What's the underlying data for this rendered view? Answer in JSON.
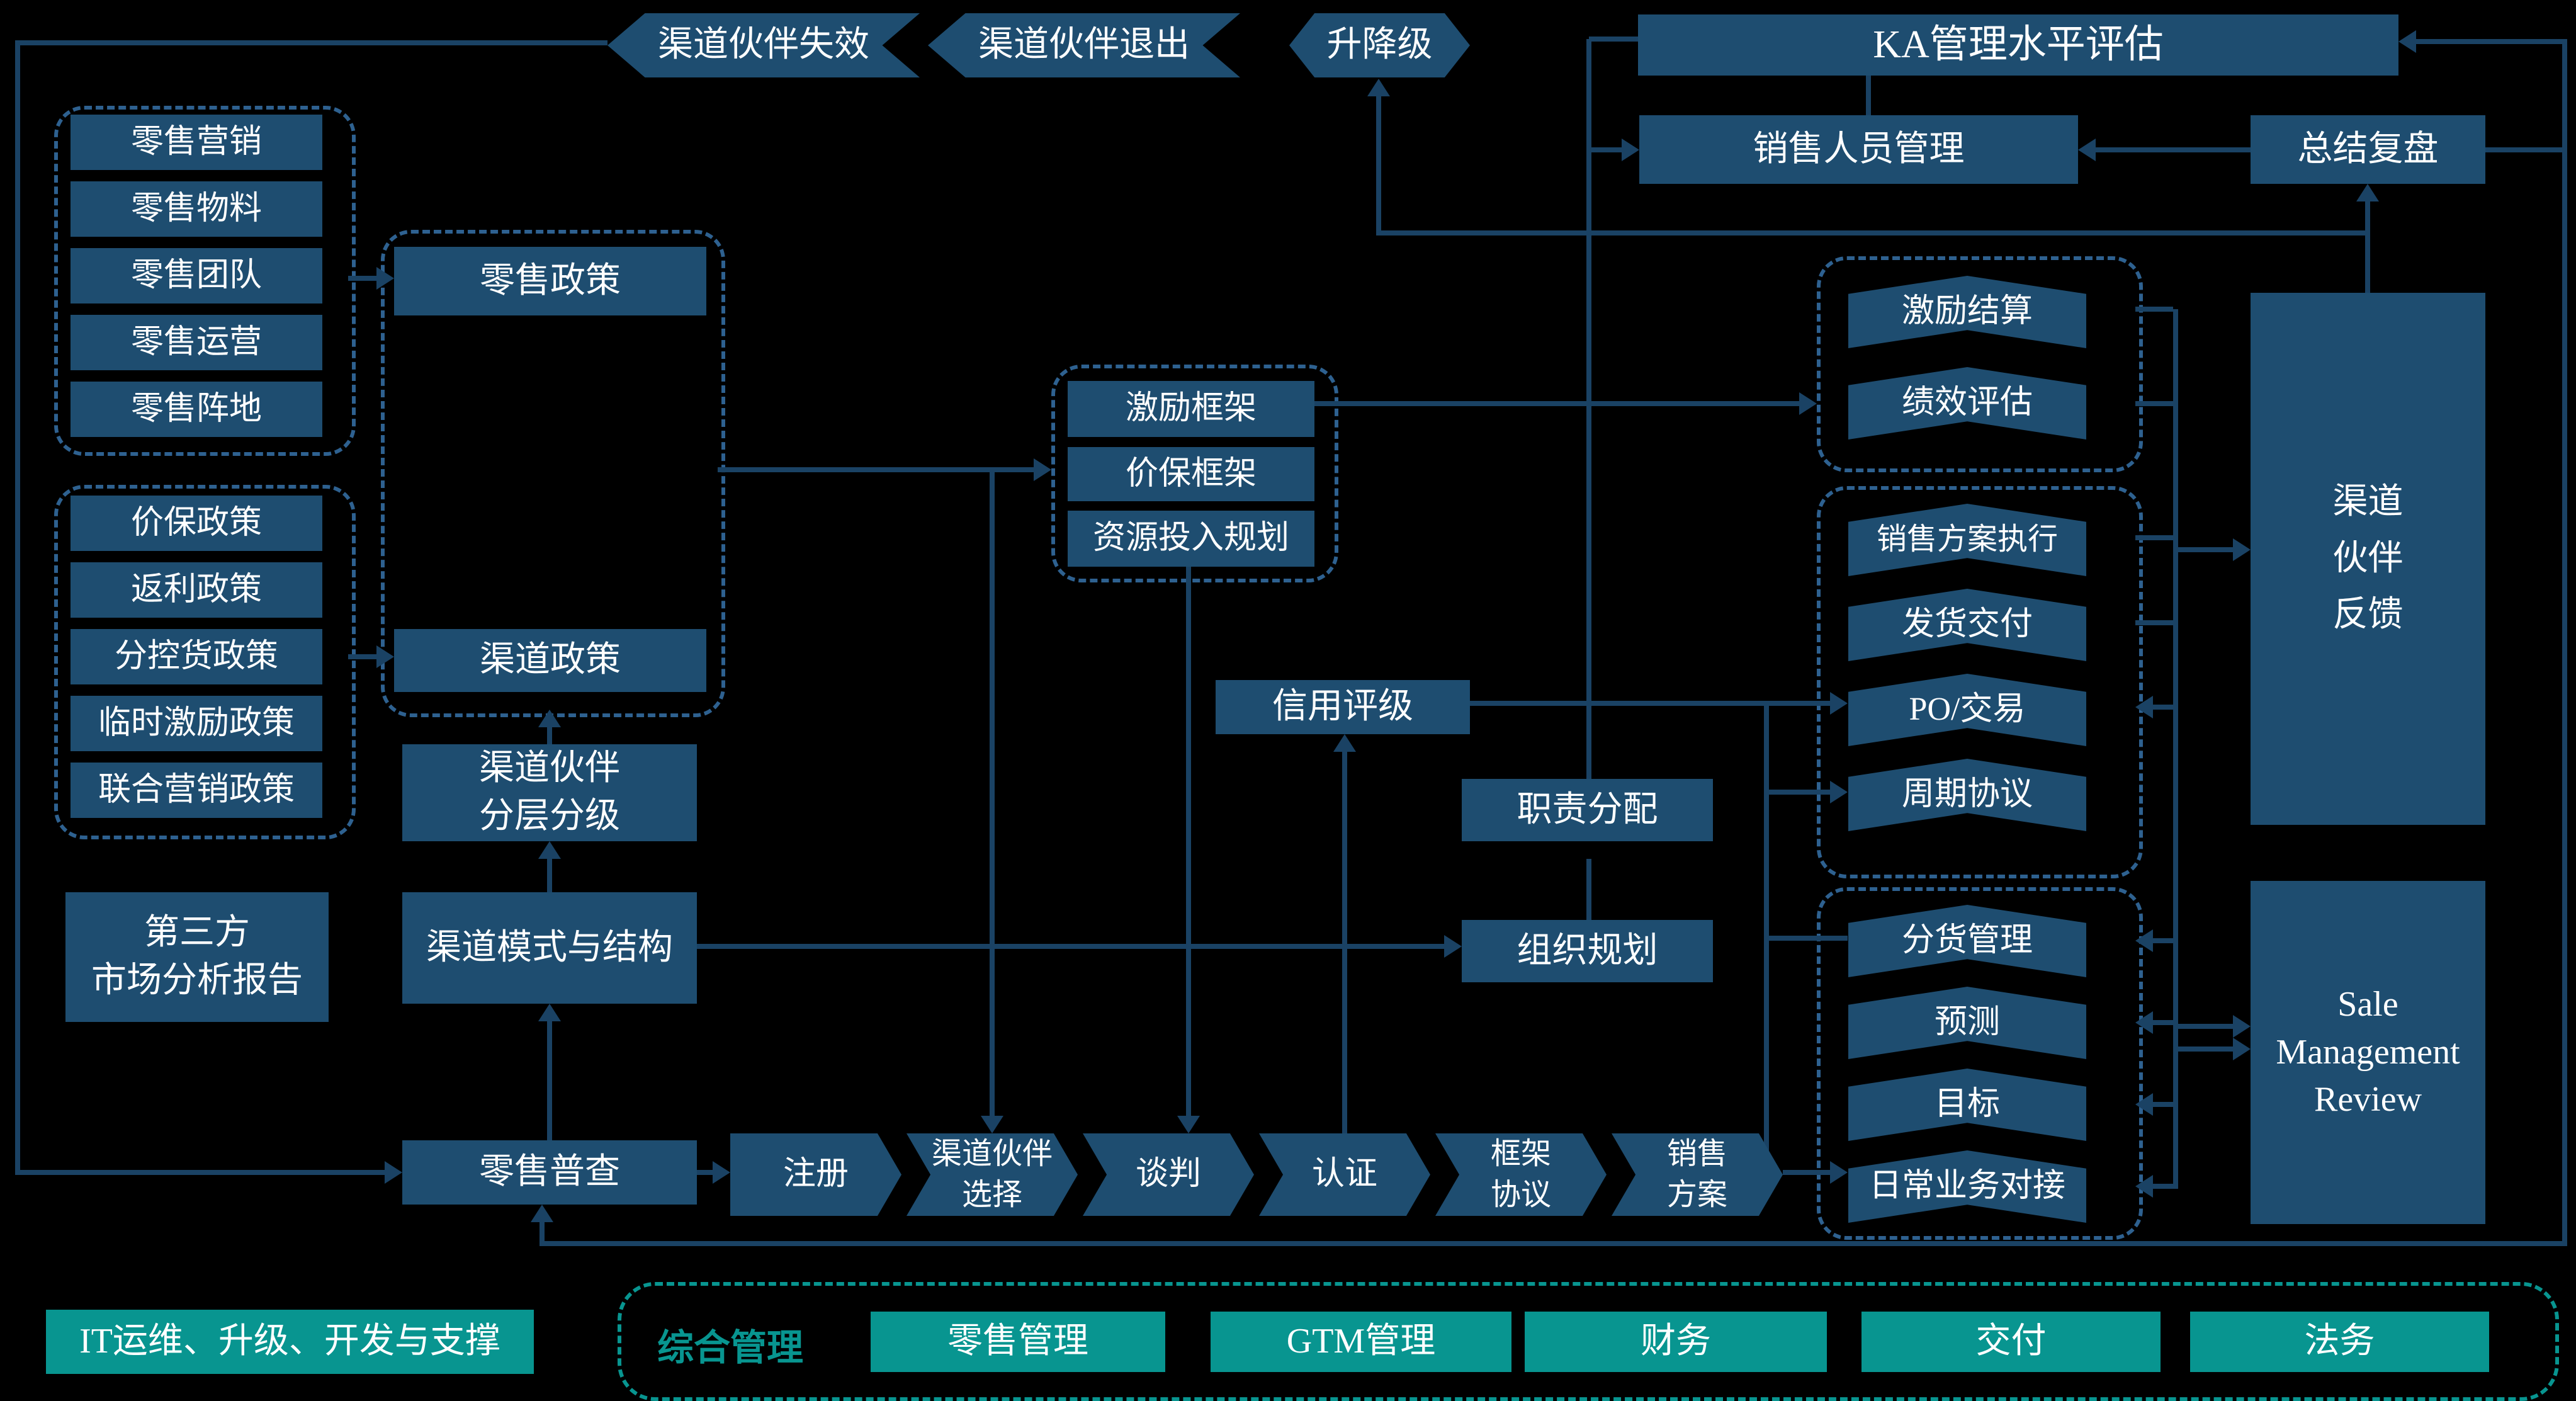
{
  "diagram": {
    "top_flow": {
      "partner_invalid": "渠道伙伴失效",
      "partner_exit": "渠道伙伴退出",
      "up_down_grade": "升降级"
    },
    "ka_assessment": "KA管理水平评估",
    "sales_staff_mgmt": "销售人员管理",
    "summary_review": "总结复盘",
    "retail_group": {
      "items": [
        "零售营销",
        "零售物料",
        "零售团队",
        "零售运营",
        "零售阵地"
      ]
    },
    "policy_group": {
      "items": [
        "价保政策",
        "返利政策",
        "分控货政策",
        "临时激励政策",
        "联合营销政策"
      ]
    },
    "third_party_report": "第三方\n市场分析报告",
    "retail_policy": "零售政策",
    "channel_policy": "渠道政策",
    "partner_tiering": "渠道伙伴\n分层分级",
    "channel_model": "渠道模式与结构",
    "retail_census": "零售普查",
    "framework_group": {
      "items": [
        "激励框架",
        "价保框架",
        "资源投入规划"
      ]
    },
    "credit_rating": "信用评级",
    "duty_allocation": "职责分配",
    "org_planning": "组织规划",
    "chain": {
      "items": [
        "注册",
        "渠道伙伴\n选择",
        "谈判",
        "认证",
        "框架\n协议",
        "销售\n方案"
      ]
    },
    "incentive_group": {
      "items": [
        "激励结算",
        "绩效评估"
      ]
    },
    "exec_group": {
      "items": [
        "销售方案执行",
        "发货交付",
        "PO/交易",
        "周期协议"
      ]
    },
    "ops_group": {
      "items": [
        "分货管理",
        "预测",
        "目标",
        "日常业务对接"
      ]
    },
    "partner_feedback": "渠道\n伙伴\n反馈",
    "sale_mgmt_review": "Sale\nManagement\nReview",
    "footer": {
      "it_support": "IT运维、升级、开发与支撑",
      "general_mgmt_label": "综合管理",
      "items": [
        "零售管理",
        "GTM管理",
        "财务",
        "交付",
        "法务"
      ]
    },
    "colors": {
      "node_fill": "#1E4D70",
      "line": "#1A4264",
      "dashed_border": "#2E6190",
      "teal": "#089590",
      "background": "#000000",
      "text": "#FFFFFF"
    }
  }
}
